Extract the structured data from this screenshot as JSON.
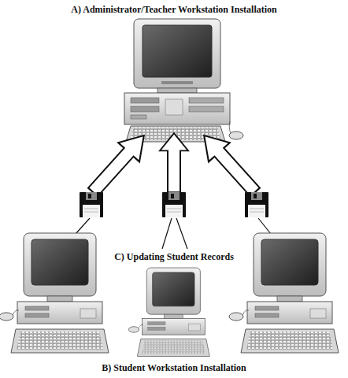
{
  "diagram": {
    "labels": [
      "A) Administrator/Teacher Workstation Installation",
      "C) Updating Student Records",
      "B) Student Workstation Installation"
    ]
  }
}
